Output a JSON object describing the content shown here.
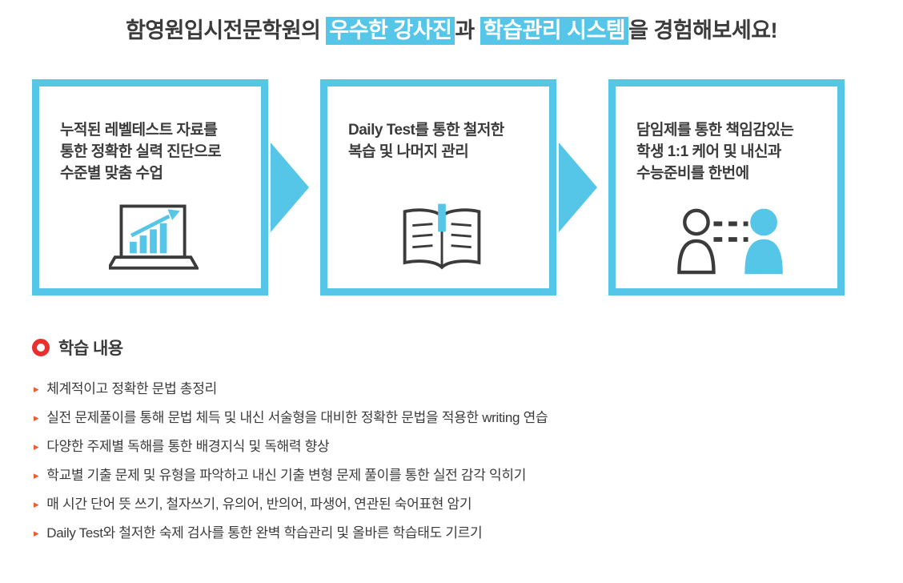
{
  "colors": {
    "accent_cyan": "#55C6E8",
    "ring_red": "#E8312D",
    "bullet_orange": "#F15A29",
    "text_dark": "#3B3B3B"
  },
  "header": {
    "title_prefix": "함영원입시전문학원의 ",
    "title_highlight_1": "우수한 강사진",
    "title_middle": "과 ",
    "title_highlight_2": "학습관리 시스템",
    "title_suffix": "을 경험해보세요!"
  },
  "cards": [
    {
      "icon": "chart-laptop-icon",
      "text": "누적된 레벨테스트 자료를\n통한 정확한 실력 진단으로\n수준별 맞춤 수업"
    },
    {
      "icon": "open-book-icon",
      "text": "Daily Test를 통한 철저한\n복습 및 나머지 관리"
    },
    {
      "icon": "students-care-icon",
      "text": "담임제를 통한 책임감있는\n학생 1:1 케어 및 내신과\n수능준비를 한번에"
    }
  ],
  "section": {
    "title": "학습 내용"
  },
  "list": {
    "items": [
      "체계적이고 정확한 문법 총정리",
      "실전 문제풀이를 통해 문법 체득 및 내신 서술형을 대비한 정확한 문법을 적용한 writing 연습",
      "다양한 주제별 독해를 통한 배경지식 및 독해력 향상",
      "학교별 기출 문제 및 유형을 파악하고 내신 기출 변형 문제 풀이를 통한 실전 감각 익히기",
      "매 시간 단어 뜻 쓰기, 철자쓰기, 유의어, 반의어, 파생어, 연관된 숙어표현 암기",
      "Daily Test와 철저한 숙제 검사를 통한 완벽 학습관리 및 올바른 학습태도 기르기"
    ]
  },
  "icons": {
    "list_bullet": "▸"
  }
}
